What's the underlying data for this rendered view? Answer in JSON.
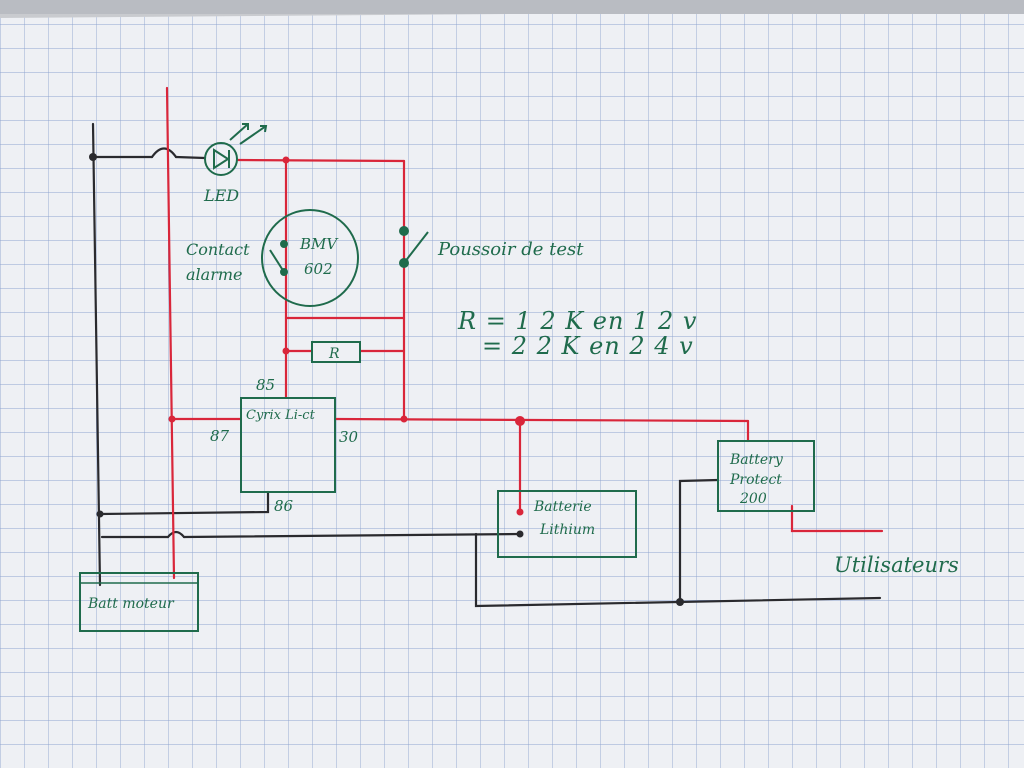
{
  "labels": {
    "led": "LED",
    "contact": "Contact",
    "alarm": "alarme",
    "bmv_line1": "BMV",
    "bmv_line2": "602",
    "push_button": "Poussoir de test",
    "resistor": "R",
    "formula_line1": "R = 1 2 K en 1 2 v",
    "formula_line2": "= 2 2 K en 2 4 v",
    "relay_name": "Cyrix Li-ct",
    "pin_85": "85",
    "pin_87": "87",
    "pin_30": "30",
    "pin_86": "86",
    "battery_protect_line1": "Battery",
    "battery_protect_line2": "Protect",
    "battery_protect_line3": "200",
    "lithium_line1": "Batterie",
    "lithium_line2": "Lithium",
    "engine_battery": "Batt moteur",
    "consumers": "Utilisateurs"
  },
  "colors": {
    "paper": "#eef0f4",
    "grid": "#8fa3cf",
    "black_wire": "#2a2a2e",
    "red_wire": "#d9263a",
    "green_ink": "#1f6b4c"
  }
}
